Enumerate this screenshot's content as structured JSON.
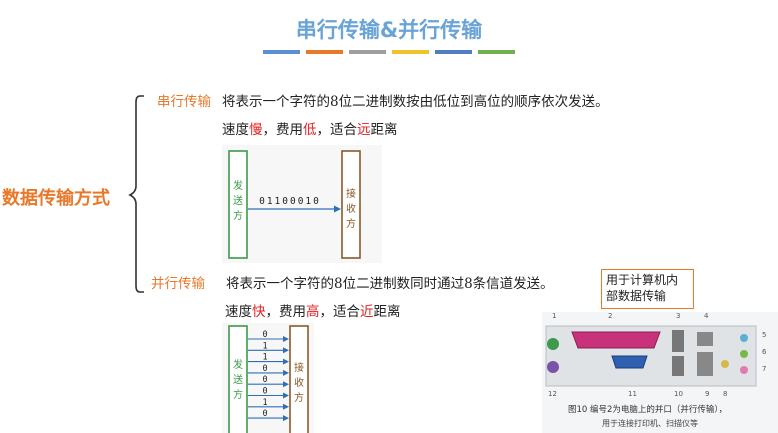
{
  "title": "串行传输&并行传输",
  "title_bar_colors": [
    "#5b8fd0",
    "#e8782a",
    "#9e9e9e",
    "#f2c12e",
    "#4f7fc2",
    "#6fb150"
  ],
  "main_label": "数据传输方式",
  "serial": {
    "label": "串行传输",
    "description": "将表示一个字符的8位二进制数按由低位到高位的顺序依次发送。",
    "speed_pre": "速度",
    "speed_val": "慢",
    "cost_pre": "，费用",
    "cost_val": "低",
    "suit_pre": "，适合",
    "suit_val": "远",
    "suit_post": "距离",
    "diagram": {
      "sender": "发送方",
      "receiver": "接收方",
      "bits": "01100010"
    }
  },
  "parallel": {
    "label": "并行传输",
    "description": "将表示一个字符的8位二进制数同时通过8条信道发送。",
    "speed_pre": "速度",
    "speed_val": "快",
    "cost_pre": "，费用",
    "cost_val": "高",
    "suit_pre": "，适合",
    "suit_val": "近",
    "suit_post": "距离",
    "diagram": {
      "sender": "发送方",
      "receiver": "接收方",
      "bits": [
        "0",
        "1",
        "1",
        "0",
        "0",
        "0",
        "1",
        "0"
      ]
    }
  },
  "callout": "用于计算机内部数据传输",
  "figure": {
    "numbers_top": [
      "1",
      "2",
      "3",
      "4",
      "5",
      "6",
      "7"
    ],
    "numbers_bottom": [
      "12",
      "11",
      "10",
      "9",
      "8"
    ],
    "caption_line1": "图10  编号2为电脑上的并口（并行传输），",
    "caption_line2": "用于连接打印机、扫描仪等"
  }
}
